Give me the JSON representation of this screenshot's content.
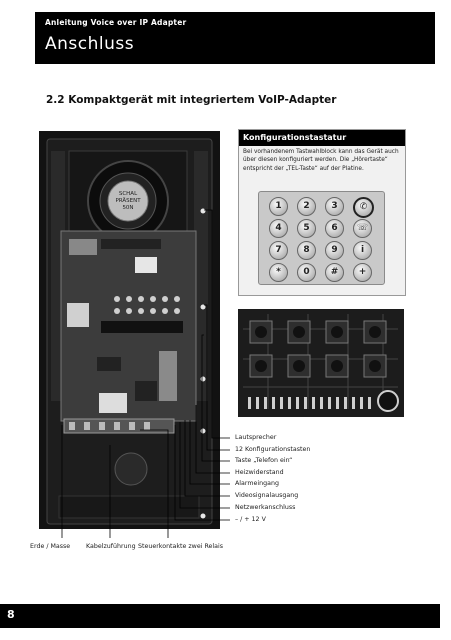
{
  "header": {
    "subtitle": "Anleitung Voice over IP  Adapter",
    "title": "Anschluss"
  },
  "section": {
    "title": "2.2 Kompaktgerät mit integriertem VoIP-Adapter"
  },
  "panel": {
    "heading": "Konfigurationstastatur",
    "text": "Bei vorhandenem Tastwahlblock kann das Gerät auch über diesen konfiguriert werden. Die „Hörertaste“ entspricht der „TEL-Taste“ auf der Platine.",
    "keys": [
      "1",
      "2",
      "3",
      "✆",
      "4",
      "5",
      "6",
      "☏",
      "7",
      "8",
      "9",
      "i",
      "*",
      "0",
      "#",
      "+"
    ]
  },
  "device": {
    "speaker_marking": [
      "SCHAL",
      "PRÄSENT",
      "50N"
    ]
  },
  "labels": {
    "right": [
      "Lautsprecher",
      "12 Konfigurationstasten",
      "Taste „Telefon ein“",
      "Heizwiderstand",
      "Alarmeingang",
      "Videosignalausgang",
      "Netzwerkanschluss",
      "– / + 12 V"
    ],
    "bottom": [
      "Erde / Masse",
      "Kabelzuführung",
      "Steuerkontakte zwei Relais"
    ]
  },
  "footer": {
    "page_number": "8"
  }
}
